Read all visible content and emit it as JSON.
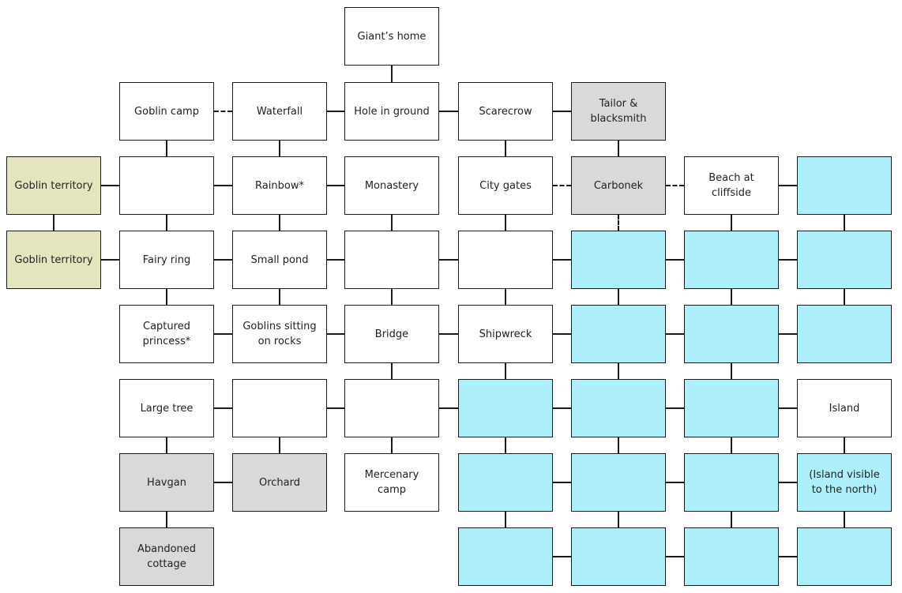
{
  "title": "Map grid",
  "legend_colors": {
    "white": "#ffffff",
    "grey": "#d9d8da",
    "olive": "#e5e5bd",
    "blue": "#adeffb",
    "line": "#1a1a1a"
  },
  "rooms": [
    {
      "id": "giants-home",
      "label": "Giant’s home",
      "col": 3,
      "row": 0,
      "fill": "white"
    },
    {
      "id": "goblin-camp",
      "label": "Goblin camp",
      "col": 1,
      "row": 1,
      "fill": "white"
    },
    {
      "id": "waterfall",
      "label": "Waterfall",
      "col": 2,
      "row": 1,
      "fill": "white"
    },
    {
      "id": "hole-in-ground",
      "label": "Hole in ground",
      "col": 3,
      "row": 1,
      "fill": "white"
    },
    {
      "id": "scarecrow",
      "label": "Scarecrow",
      "col": 4,
      "row": 1,
      "fill": "white"
    },
    {
      "id": "tailor-blacksmith",
      "label": "Tailor & blacksmith",
      "col": 5,
      "row": 1,
      "fill": "grey"
    },
    {
      "id": "goblin-territory-1",
      "label": "Goblin territory",
      "col": 0,
      "row": 2,
      "fill": "olive"
    },
    {
      "id": "r2c1",
      "label": "",
      "col": 1,
      "row": 2,
      "fill": "white"
    },
    {
      "id": "rainbow",
      "label": "Rainbow*",
      "col": 2,
      "row": 2,
      "fill": "white"
    },
    {
      "id": "monastery",
      "label": "Monastery",
      "col": 3,
      "row": 2,
      "fill": "white"
    },
    {
      "id": "city-gates",
      "label": "City gates",
      "col": 4,
      "row": 2,
      "fill": "white"
    },
    {
      "id": "carbonek",
      "label": "Carbonek",
      "col": 5,
      "row": 2,
      "fill": "grey"
    },
    {
      "id": "beach-cliffside",
      "label": "Beach at cliffside",
      "col": 6,
      "row": 2,
      "fill": "white"
    },
    {
      "id": "r2c7",
      "label": "",
      "col": 7,
      "row": 2,
      "fill": "blue"
    },
    {
      "id": "goblin-territory-2",
      "label": "Goblin territory",
      "col": 0,
      "row": 3,
      "fill": "olive"
    },
    {
      "id": "fairy-ring",
      "label": "Fairy ring",
      "col": 1,
      "row": 3,
      "fill": "white"
    },
    {
      "id": "small-pond",
      "label": "Small pond",
      "col": 2,
      "row": 3,
      "fill": "white"
    },
    {
      "id": "r3c3",
      "label": "",
      "col": 3,
      "row": 3,
      "fill": "white"
    },
    {
      "id": "r3c4",
      "label": "",
      "col": 4,
      "row": 3,
      "fill": "white"
    },
    {
      "id": "r3c5",
      "label": "",
      "col": 5,
      "row": 3,
      "fill": "blue"
    },
    {
      "id": "r3c6",
      "label": "",
      "col": 6,
      "row": 3,
      "fill": "blue"
    },
    {
      "id": "r3c7",
      "label": "",
      "col": 7,
      "row": 3,
      "fill": "blue"
    },
    {
      "id": "captured-princess",
      "label": "Captured princess*",
      "col": 1,
      "row": 4,
      "fill": "white"
    },
    {
      "id": "goblins-on-rocks",
      "label": "Goblins sitting on rocks",
      "col": 2,
      "row": 4,
      "fill": "white"
    },
    {
      "id": "bridge",
      "label": "Bridge",
      "col": 3,
      "row": 4,
      "fill": "white"
    },
    {
      "id": "shipwreck",
      "label": "Shipwreck",
      "col": 4,
      "row": 4,
      "fill": "white"
    },
    {
      "id": "r4c5",
      "label": "",
      "col": 5,
      "row": 4,
      "fill": "blue"
    },
    {
      "id": "r4c6",
      "label": "",
      "col": 6,
      "row": 4,
      "fill": "blue"
    },
    {
      "id": "r4c7",
      "label": "",
      "col": 7,
      "row": 4,
      "fill": "blue"
    },
    {
      "id": "large-tree",
      "label": "Large tree",
      "col": 1,
      "row": 5,
      "fill": "white"
    },
    {
      "id": "r5c2",
      "label": "",
      "col": 2,
      "row": 5,
      "fill": "white"
    },
    {
      "id": "r5c3",
      "label": "",
      "col": 3,
      "row": 5,
      "fill": "white"
    },
    {
      "id": "r5c4",
      "label": "",
      "col": 4,
      "row": 5,
      "fill": "blue"
    },
    {
      "id": "r5c5",
      "label": "",
      "col": 5,
      "row": 5,
      "fill": "blue"
    },
    {
      "id": "r5c6",
      "label": "",
      "col": 6,
      "row": 5,
      "fill": "blue"
    },
    {
      "id": "island",
      "label": "Island",
      "col": 7,
      "row": 5,
      "fill": "white"
    },
    {
      "id": "havgan",
      "label": "Havgan",
      "col": 1,
      "row": 6,
      "fill": "grey"
    },
    {
      "id": "orchard",
      "label": "Orchard",
      "col": 2,
      "row": 6,
      "fill": "grey"
    },
    {
      "id": "mercenary-camp",
      "label": "Mercenary camp",
      "col": 3,
      "row": 6,
      "fill": "white"
    },
    {
      "id": "r6c4",
      "label": "",
      "col": 4,
      "row": 6,
      "fill": "blue"
    },
    {
      "id": "r6c5",
      "label": "",
      "col": 5,
      "row": 6,
      "fill": "blue"
    },
    {
      "id": "r6c6",
      "label": "",
      "col": 6,
      "row": 6,
      "fill": "blue"
    },
    {
      "id": "island-visible",
      "label": "(Island visible to the north)",
      "col": 7,
      "row": 6,
      "fill": "blue"
    },
    {
      "id": "abandoned-cottage",
      "label": "Abandoned cottage",
      "col": 1,
      "row": 7,
      "fill": "grey"
    },
    {
      "id": "r7c4",
      "label": "",
      "col": 4,
      "row": 7,
      "fill": "blue"
    },
    {
      "id": "r7c5",
      "label": "",
      "col": 5,
      "row": 7,
      "fill": "blue"
    },
    {
      "id": "r7c6",
      "label": "",
      "col": 6,
      "row": 7,
      "fill": "blue"
    },
    {
      "id": "r7c7",
      "label": "",
      "col": 7,
      "row": 7,
      "fill": "blue"
    }
  ],
  "links": [
    {
      "from": "giants-home",
      "to": "hole-in-ground",
      "style": "solid"
    },
    {
      "from": "goblin-camp",
      "to": "waterfall",
      "style": "dashed"
    },
    {
      "from": "waterfall",
      "to": "hole-in-ground",
      "style": "solid"
    },
    {
      "from": "hole-in-ground",
      "to": "scarecrow",
      "style": "solid"
    },
    {
      "from": "scarecrow",
      "to": "tailor-blacksmith",
      "style": "solid"
    },
    {
      "from": "goblin-camp",
      "to": "r2c1",
      "style": "solid"
    },
    {
      "from": "waterfall",
      "to": "rainbow",
      "style": "solid"
    },
    {
      "from": "scarecrow",
      "to": "city-gates",
      "style": "solid"
    },
    {
      "from": "tailor-blacksmith",
      "to": "carbonek",
      "style": "solid"
    },
    {
      "from": "goblin-territory-1",
      "to": "r2c1",
      "style": "solid"
    },
    {
      "from": "r2c1",
      "to": "rainbow",
      "style": "solid"
    },
    {
      "from": "rainbow",
      "to": "monastery",
      "style": "solid"
    },
    {
      "from": "city-gates",
      "to": "carbonek",
      "style": "dashed"
    },
    {
      "from": "carbonek",
      "to": "beach-cliffside",
      "style": "dashed"
    },
    {
      "from": "beach-cliffside",
      "to": "r2c7",
      "style": "solid"
    },
    {
      "from": "goblin-territory-1",
      "to": "goblin-territory-2",
      "style": "solid"
    },
    {
      "from": "r2c1",
      "to": "fairy-ring",
      "style": "solid"
    },
    {
      "from": "rainbow",
      "to": "small-pond",
      "style": "solid"
    },
    {
      "from": "monastery",
      "to": "r3c3",
      "style": "solid"
    },
    {
      "from": "city-gates",
      "to": "r3c4",
      "style": "solid"
    },
    {
      "from": "carbonek",
      "to": "r3c5",
      "style": "dashed"
    },
    {
      "from": "beach-cliffside",
      "to": "r3c6",
      "style": "solid"
    },
    {
      "from": "r2c7",
      "to": "r3c7",
      "style": "solid"
    },
    {
      "from": "goblin-territory-2",
      "to": "fairy-ring",
      "style": "solid"
    },
    {
      "from": "fairy-ring",
      "to": "small-pond",
      "style": "solid"
    },
    {
      "from": "small-pond",
      "to": "r3c3",
      "style": "solid"
    },
    {
      "from": "r3c3",
      "to": "r3c4",
      "style": "solid"
    },
    {
      "from": "r3c4",
      "to": "r3c5",
      "style": "solid"
    },
    {
      "from": "r3c5",
      "to": "r3c6",
      "style": "solid"
    },
    {
      "from": "r3c6",
      "to": "r3c7",
      "style": "solid"
    },
    {
      "from": "fairy-ring",
      "to": "captured-princess",
      "style": "solid"
    },
    {
      "from": "small-pond",
      "to": "goblins-on-rocks",
      "style": "solid"
    },
    {
      "from": "r3c3",
      "to": "bridge",
      "style": "solid"
    },
    {
      "from": "r3c4",
      "to": "shipwreck",
      "style": "solid"
    },
    {
      "from": "r3c5",
      "to": "r4c5",
      "style": "solid"
    },
    {
      "from": "r3c6",
      "to": "r4c6",
      "style": "solid"
    },
    {
      "from": "r3c7",
      "to": "r4c7",
      "style": "solid"
    },
    {
      "from": "captured-princess",
      "to": "goblins-on-rocks",
      "style": "solid"
    },
    {
      "from": "goblins-on-rocks",
      "to": "bridge",
      "style": "solid"
    },
    {
      "from": "bridge",
      "to": "shipwreck",
      "style": "solid"
    },
    {
      "from": "shipwreck",
      "to": "r4c5",
      "style": "solid"
    },
    {
      "from": "r4c5",
      "to": "r4c6",
      "style": "solid"
    },
    {
      "from": "r4c6",
      "to": "r4c7",
      "style": "solid"
    },
    {
      "from": "bridge",
      "to": "r5c3",
      "style": "solid"
    },
    {
      "from": "shipwreck",
      "to": "r5c4",
      "style": "solid"
    },
    {
      "from": "r4c5",
      "to": "r5c5",
      "style": "solid"
    },
    {
      "from": "r4c6",
      "to": "r5c6",
      "style": "solid"
    },
    {
      "from": "large-tree",
      "to": "r5c2",
      "style": "solid"
    },
    {
      "from": "r5c2",
      "to": "r5c3",
      "style": "solid"
    },
    {
      "from": "r5c3",
      "to": "r5c4",
      "style": "solid"
    },
    {
      "from": "r5c4",
      "to": "r5c5",
      "style": "solid"
    },
    {
      "from": "r5c5",
      "to": "r5c6",
      "style": "solid"
    },
    {
      "from": "r5c6",
      "to": "island",
      "style": "solid"
    },
    {
      "from": "large-tree",
      "to": "havgan",
      "style": "solid"
    },
    {
      "from": "r5c2",
      "to": "orchard",
      "style": "solid"
    },
    {
      "from": "r5c3",
      "to": "mercenary-camp",
      "style": "solid"
    },
    {
      "from": "r5c4",
      "to": "r6c4",
      "style": "solid"
    },
    {
      "from": "r5c5",
      "to": "r6c5",
      "style": "solid"
    },
    {
      "from": "r5c6",
      "to": "r6c6",
      "style": "solid"
    },
    {
      "from": "island",
      "to": "island-visible",
      "style": "solid"
    },
    {
      "from": "havgan",
      "to": "orchard",
      "style": "solid"
    },
    {
      "from": "r6c4",
      "to": "r6c5",
      "style": "solid"
    },
    {
      "from": "r6c5",
      "to": "r6c6",
      "style": "solid"
    },
    {
      "from": "r6c6",
      "to": "island-visible",
      "style": "solid"
    },
    {
      "from": "havgan",
      "to": "abandoned-cottage",
      "style": "solid"
    },
    {
      "from": "r6c4",
      "to": "r7c4",
      "style": "solid"
    },
    {
      "from": "r6c5",
      "to": "r7c5",
      "style": "solid"
    },
    {
      "from": "r6c6",
      "to": "r7c6",
      "style": "solid"
    },
    {
      "from": "island-visible",
      "to": "r7c7",
      "style": "solid"
    },
    {
      "from": "r7c4",
      "to": "r7c5",
      "style": "solid"
    },
    {
      "from": "r7c5",
      "to": "r7c6",
      "style": "solid"
    },
    {
      "from": "r7c6",
      "to": "r7c7",
      "style": "solid"
    }
  ]
}
